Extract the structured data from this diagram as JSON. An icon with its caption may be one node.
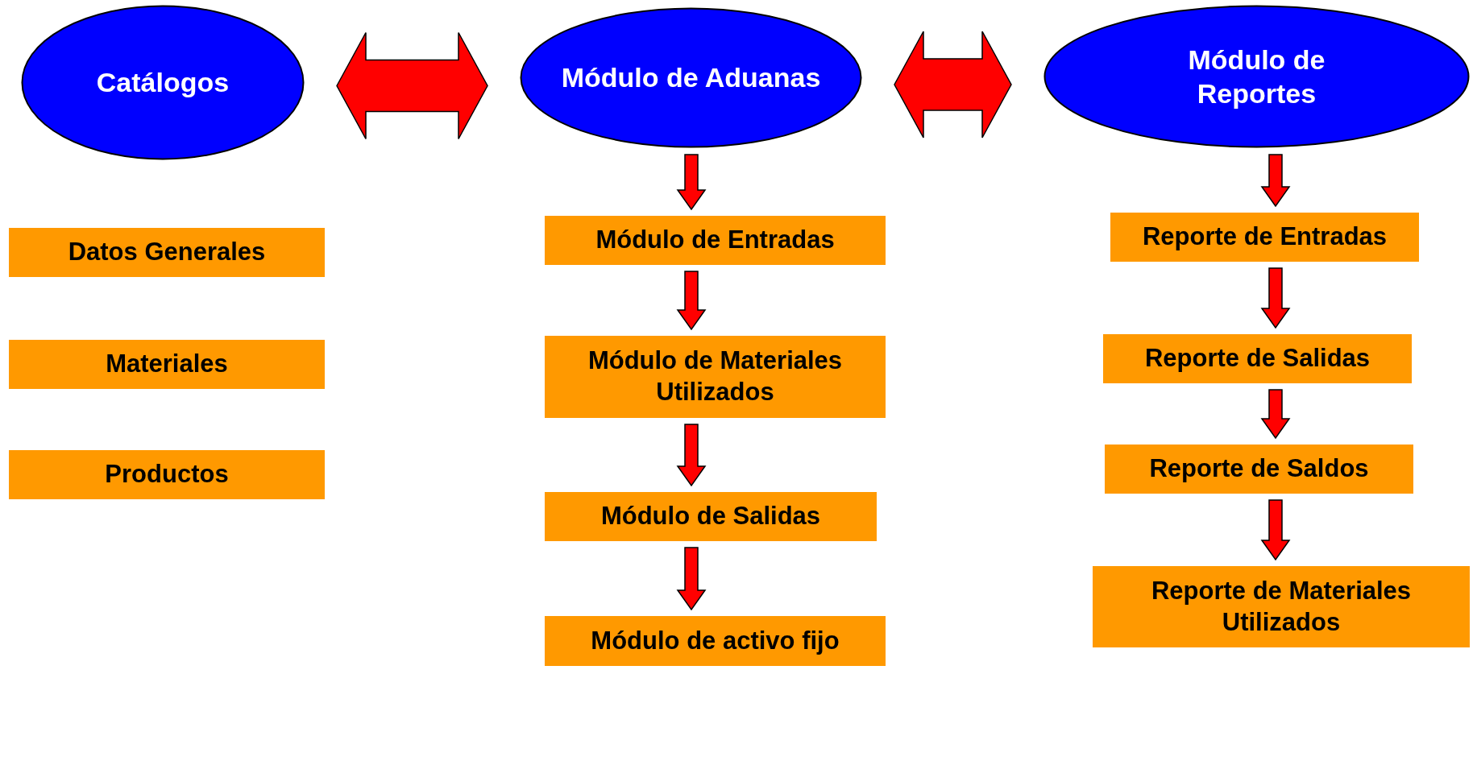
{
  "diagram": {
    "nodes": [
      {
        "text": [
          "Catálogos"
        ]
      },
      {
        "text": [
          "Módulo de Aduanas"
        ]
      },
      {
        "text": [
          "Módulo de Reportes"
        ]
      },
      {
        "text": [
          "Datos Generales"
        ]
      },
      {
        "text": [
          "Materiales"
        ]
      },
      {
        "text": [
          "Productos"
        ]
      },
      {
        "text": [
          "Módulo de Entradas"
        ]
      },
      {
        "text": [
          "Módulo de Materiales Utilizados"
        ]
      },
      {
        "text": [
          "Módulo de Salidas"
        ]
      },
      {
        "text": [
          "Módulo de activo fijo"
        ]
      },
      {
        "text": [
          "Reporte de Entradas"
        ]
      },
      {
        "text": [
          "Reporte de Salidas"
        ]
      },
      {
        "text": [
          "Reporte de Saldos"
        ]
      },
      {
        "text": [
          "Reporte de Materiales Utilizados"
        ]
      }
    ],
    "edges": [
      {
        "from": 0,
        "to": 1,
        "arrow": "both"
      },
      {
        "from": 1,
        "to": 2,
        "arrow": "both"
      },
      {
        "from": 1,
        "to": 6,
        "arrow": "to"
      },
      {
        "from": 6,
        "to": 7,
        "arrow": "to"
      },
      {
        "from": 7,
        "to": 8,
        "arrow": "to"
      },
      {
        "from": 8,
        "to": 9,
        "arrow": "to"
      },
      {
        "from": 2,
        "to": 10,
        "arrow": "to"
      },
      {
        "from": 10,
        "to": 11,
        "arrow": "to"
      },
      {
        "from": 11,
        "to": 12,
        "arrow": "to"
      },
      {
        "from": 12,
        "to": 13,
        "arrow": "to"
      }
    ]
  }
}
